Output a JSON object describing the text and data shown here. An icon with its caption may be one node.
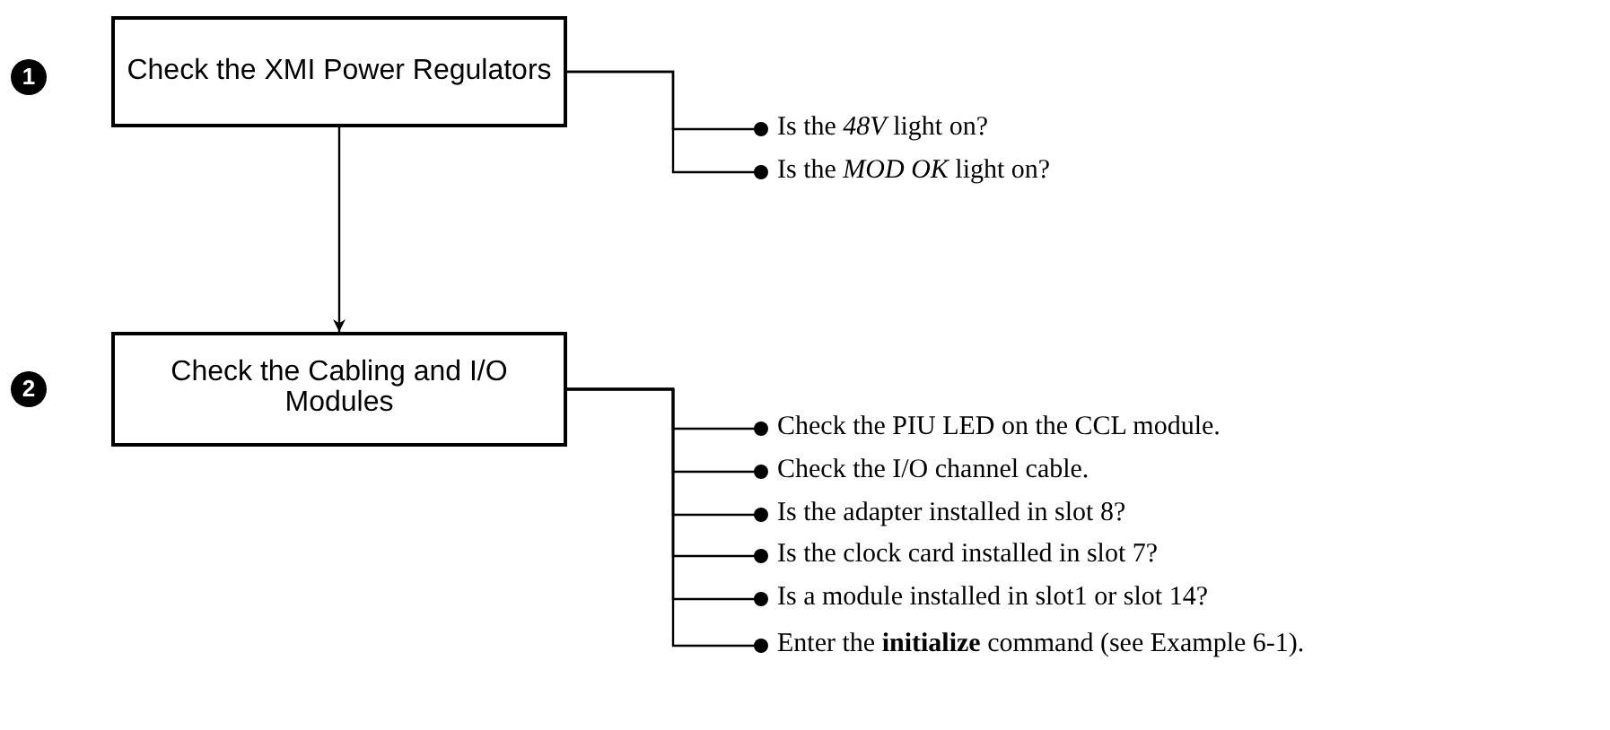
{
  "diagram": {
    "nodes": [
      {
        "text": [
          "Check the XMI Power Regulators"
        ],
        "beside": [
          "1"
        ]
      },
      {
        "text": [
          "Check the Cabling and I/O Modules"
        ],
        "beside": [
          "2"
        ]
      },
      {
        "text": [
          "Is the *48V* light on?"
        ]
      },
      {
        "text": [
          "Is the *MOD OK* light on?"
        ]
      },
      {
        "text": [
          "Check the PIU LED on the CCL module."
        ]
      },
      {
        "text": [
          "Check the I/O channel cable."
        ]
      },
      {
        "text": [
          "Is the adapter installed in slot 8?"
        ]
      },
      {
        "text": [
          "Is the clock card installed in slot 7?"
        ]
      },
      {
        "text": [
          "Is a module installed in slot1 or slot 14?"
        ]
      },
      {
        "text": [
          "Enter the **initialize** command (see Example 6-1)."
        ]
      }
    ],
    "edges": [
      {
        "from": 0,
        "to": 1,
        "arrow": "to"
      },
      {
        "from": 0,
        "to": 2,
        "arrow": "other"
      },
      {
        "from": 0,
        "to": 3,
        "arrow": "other"
      },
      {
        "from": 1,
        "to": 4,
        "arrow": "other"
      },
      {
        "from": 1,
        "to": 5,
        "arrow": "other"
      },
      {
        "from": 1,
        "to": 6,
        "arrow": "other"
      },
      {
        "from": 1,
        "to": 7,
        "arrow": "other"
      },
      {
        "from": 1,
        "to": 8,
        "arrow": "other"
      },
      {
        "from": 1,
        "to": 9,
        "arrow": "other"
      }
    ]
  }
}
